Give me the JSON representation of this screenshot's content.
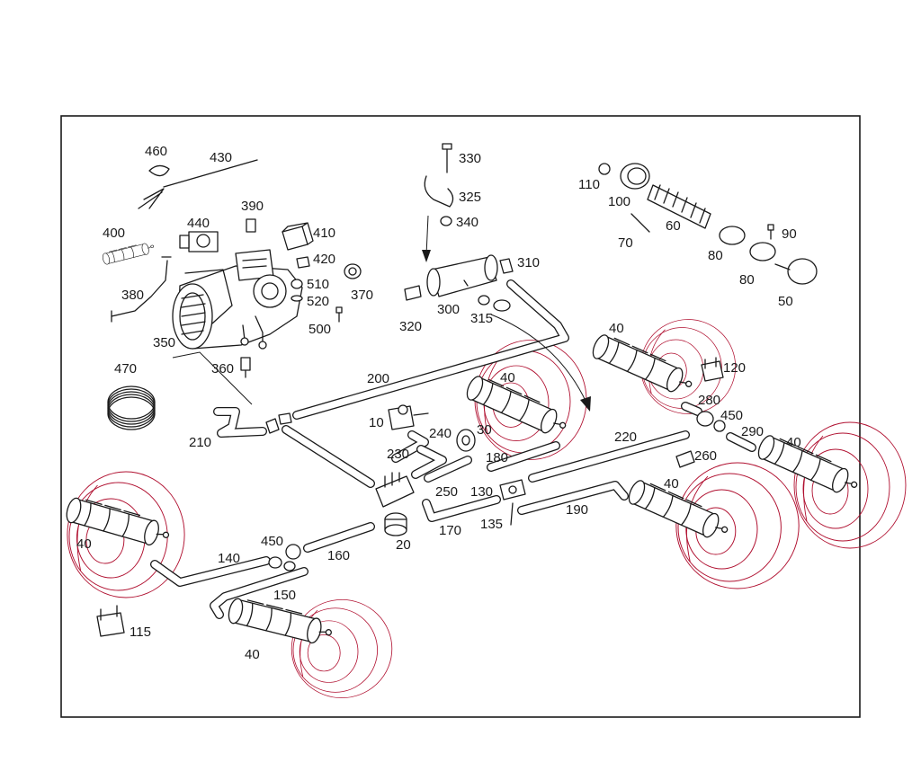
{
  "colors": {
    "line": "#1a1a1a",
    "accent": "#b01030",
    "background": "#ffffff"
  },
  "diagram": {
    "part_labels": {
      "p10": "10",
      "p20": "20",
      "p30": "30",
      "p40_a": "40",
      "p40_b": "40",
      "p40_c": "40",
      "p40_d": "40",
      "p40_e": "40",
      "p40_f": "40",
      "p50": "50",
      "p60": "60",
      "p70": "70",
      "p80_a": "80",
      "p80_b": "80",
      "p90": "90",
      "p100": "100",
      "p110": "110",
      "p115": "115",
      "p120": "120",
      "p130": "130",
      "p135": "135",
      "p140": "140",
      "p150": "150",
      "p160": "160",
      "p170": "170",
      "p180": "180",
      "p190": "190",
      "p200": "200",
      "p210": "210",
      "p220": "220",
      "p230": "230",
      "p240": "240",
      "p250": "250",
      "p260": "260",
      "p280": "280",
      "p290": "290",
      "p300": "300",
      "p310": "310",
      "p315": "315",
      "p320": "320",
      "p325": "325",
      "p330": "330",
      "p340": "340",
      "p350": "350",
      "p360": "360",
      "p370": "370",
      "p380": "380",
      "p390": "390",
      "p400": "400",
      "p410": "410",
      "p420": "420",
      "p430": "430",
      "p440": "440",
      "p450_a": "450",
      "p450_b": "450",
      "p460": "460",
      "p470": "470",
      "p500": "500",
      "p510": "510",
      "p520": "520"
    }
  }
}
